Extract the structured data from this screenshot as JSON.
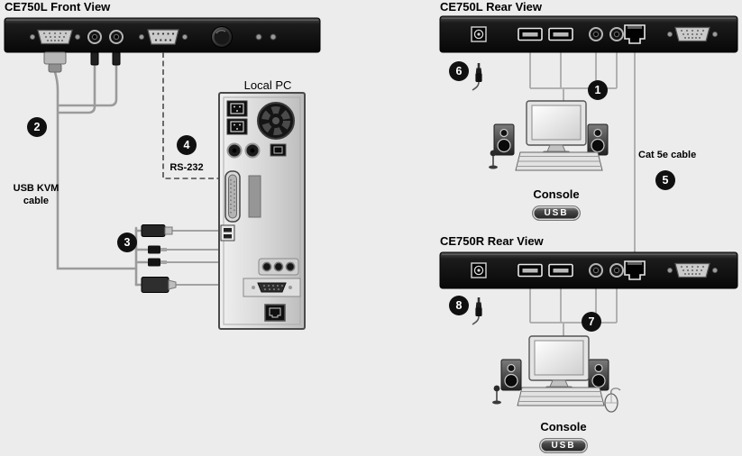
{
  "titles": {
    "front_view": "CE750L Front View",
    "rear_l_view": "CE750L Rear View",
    "rear_r_view": "CE750R Rear View"
  },
  "labels": {
    "local_pc": "Local PC",
    "rs232": "RS-232",
    "usb_kvm_line1": "USB KVM",
    "usb_kvm_line2": "cable",
    "cat5e": "Cat 5e cable",
    "console_top": "Console",
    "console_bottom": "Console",
    "usb_badge_top": "USB",
    "usb_badge_bottom": "USB"
  },
  "callouts": {
    "n1": "1",
    "n2": "2",
    "n3": "3",
    "n4": "4",
    "n5": "5",
    "n6": "6",
    "n7": "7",
    "n8": "8"
  },
  "colors": {
    "background": "#ececec",
    "panel_black": "#111111",
    "cable_gray": "#9b9b9b",
    "callout_bg": "#101010"
  }
}
